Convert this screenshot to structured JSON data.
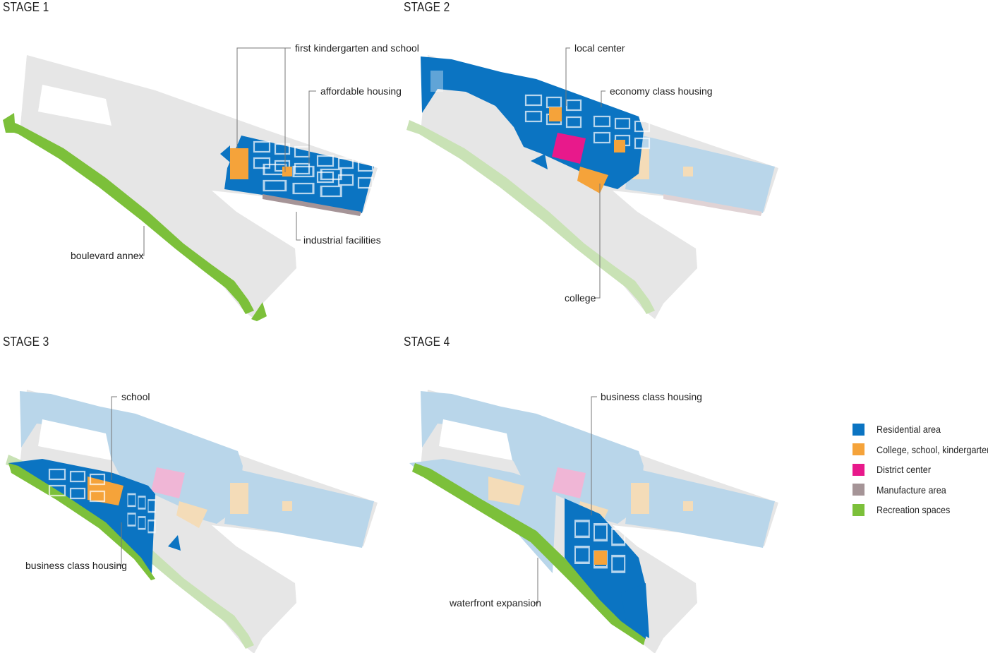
{
  "stages": [
    {
      "title": "STAGE 1"
    },
    {
      "title": "STAGE 2"
    },
    {
      "title": "STAGE 3"
    },
    {
      "title": "STAGE 4"
    }
  ],
  "annotations": {
    "s1_kindergarten": "first kindergarten and school",
    "s1_affordable": "affordable housing",
    "s1_industrial": "industrial facilities",
    "s1_boulevard": "boulevard annex",
    "s2_local_center": "local center",
    "s2_economy": "economy class housing",
    "s2_college": "college",
    "s3_school": "school",
    "s3_business": "business class housing",
    "s4_business": "business class housing",
    "s4_waterfront": "waterfront expansion"
  },
  "legend": [
    {
      "label": "Residential area",
      "color": "#0b74c2"
    },
    {
      "label": "College, school, kindergarten",
      "color": "#f5a33a"
    },
    {
      "label": "District center",
      "color": "#e8198b"
    },
    {
      "label": "Manufacture area",
      "color": "#a59497"
    },
    {
      "label": "Recreation spaces",
      "color": "#7cc03a"
    }
  ],
  "colors": {
    "site": "#e6e6e6",
    "residential": "#0b74c2",
    "residential_faded": "#b9d6ea",
    "education": "#f5a33a",
    "education_faded": "#f4dcb8",
    "district": "#e8198b",
    "district_faded": "#f0b6d6",
    "manufacture": "#a59497",
    "recreation": "#7cc03a",
    "recreation_faded": "#c9e2b5"
  }
}
